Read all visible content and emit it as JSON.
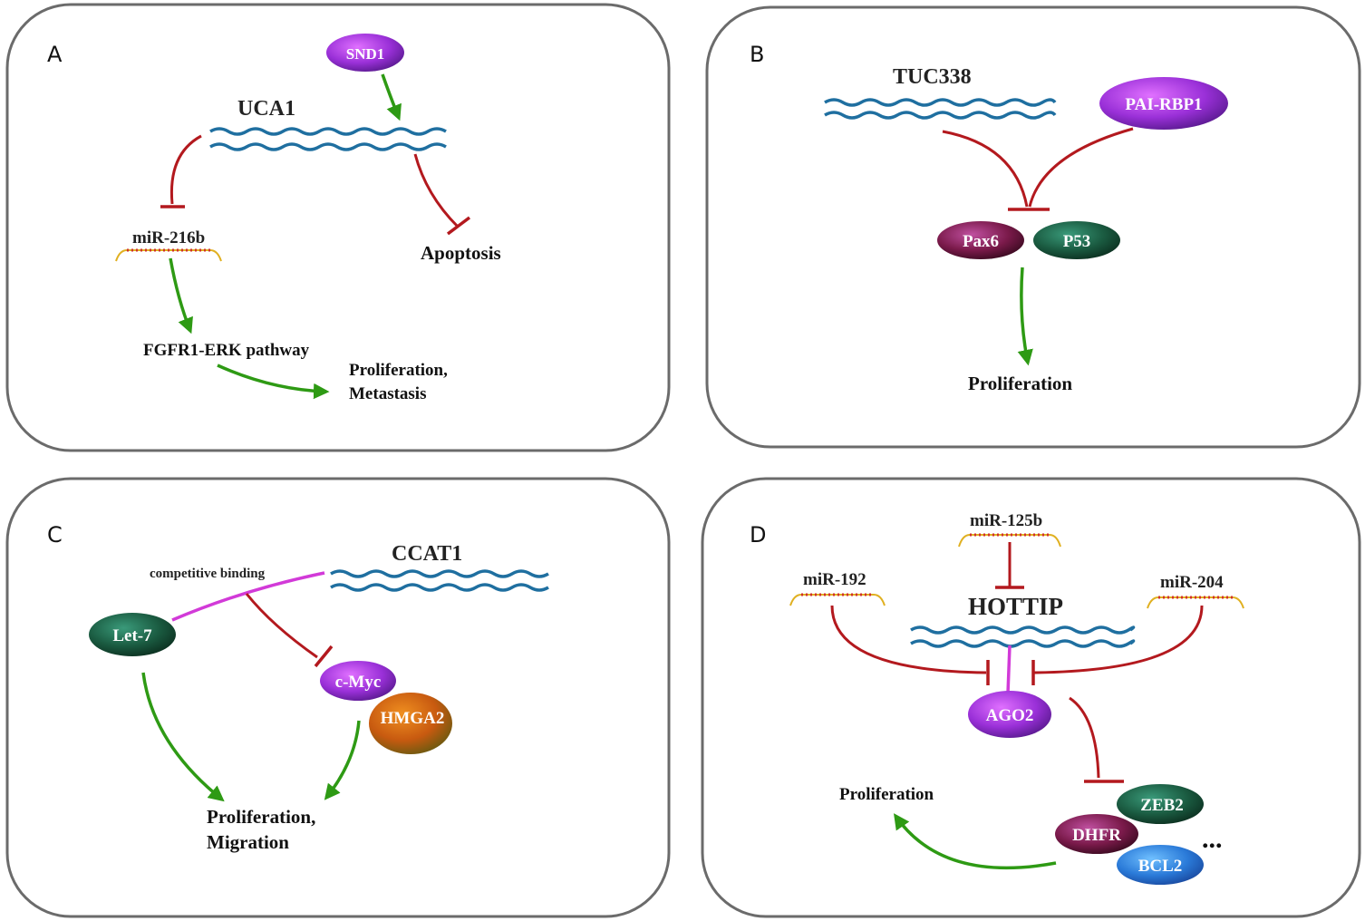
{
  "panels": {
    "A": {
      "letter": "A",
      "lncrna": "UCA1",
      "snd1": "SND1",
      "mirna": "miR-216b",
      "apoptosis": "Apoptosis",
      "pathway": "FGFR1-ERK pathway",
      "outcome_line1": "Proliferation,",
      "outcome_line2": "Metastasis"
    },
    "B": {
      "letter": "B",
      "lncrna": "TUC338",
      "pai": "PAI-RBP1",
      "pax6": "Pax6",
      "p53": "P53",
      "outcome": "Proliferation"
    },
    "C": {
      "letter": "C",
      "lncrna": "CCAT1",
      "binding": "competitive binding",
      "let7": "Let-7",
      "cmyc": "c-Myc",
      "hmga2": "HMGA2",
      "outcome_line1": "Proliferation,",
      "outcome_line2": "Migration"
    },
    "D": {
      "letter": "D",
      "lncrna": "HOTTIP",
      "mir125b": "miR-125b",
      "mir192": "miR-192",
      "mir204": "miR-204",
      "ago2": "AGO2",
      "zeb2": "ZEB2",
      "dhfr": "DHFR",
      "bcl2": "BCL2",
      "ellipsis": "...",
      "outcome": "Proliferation"
    }
  },
  "colors": {
    "activation": "#2e9a14",
    "inhibition": "#b3191e",
    "lncrna": "#1f6fa0",
    "competitive": "#d23ad8",
    "purple_protein": "#8a2fc8",
    "green_protein": "#1a5a40",
    "maroon_protein": "#7a1a4a",
    "orange_protein": "#d06a10",
    "blue_protein": "#2a7ad8"
  }
}
